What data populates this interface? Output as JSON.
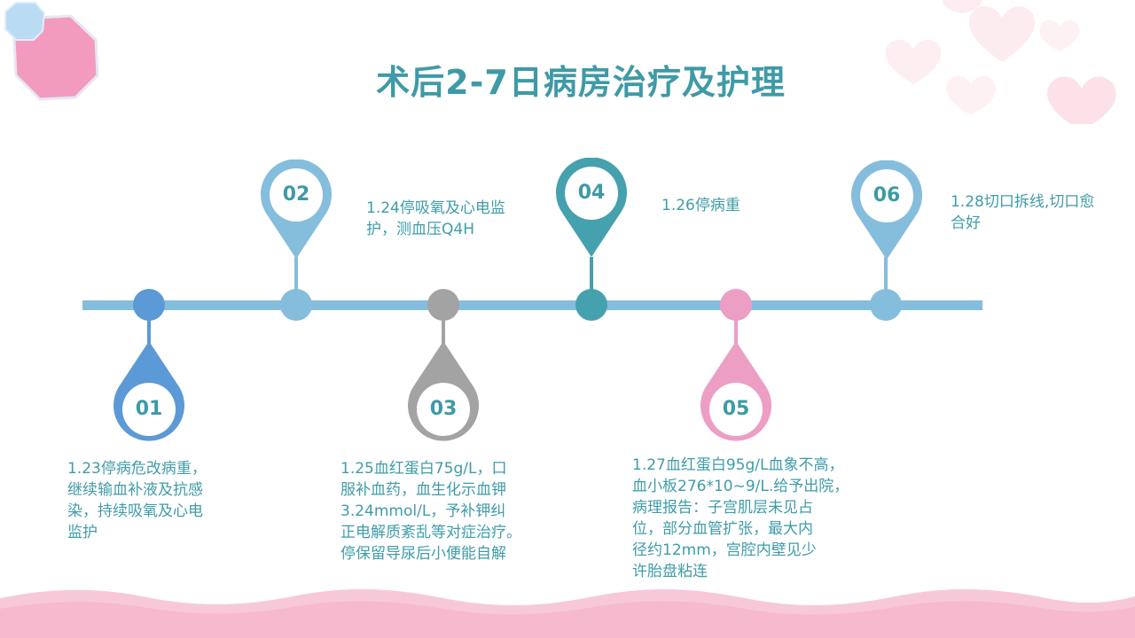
{
  "title": "术后2-7日病房治疗及护理",
  "colors": {
    "title": "#3e9aa6",
    "timeline": "#85bddd",
    "blue_dark": "#5b9ad6",
    "blue_light": "#85bddd",
    "gray": "#a3a3a3",
    "teal": "#44a1ad",
    "pink": "#ed9ec5",
    "wave": "#f7bdd0"
  },
  "steps": [
    {
      "num": "01",
      "text": "1.23停病危改病重，\n继续输血补液及抗感\n染，持续吸氧及心电\n监护"
    },
    {
      "num": "02",
      "text": "1.24停吸氧及心电监\n护，测血压Q4H"
    },
    {
      "num": "03",
      "text": "1.25血红蛋白75g/L，口\n服补血药，血生化示血钾\n3.24mmol/L，予补钾纠\n正电解质紊乱等对症治疗。\n停保留导尿后小便能自解"
    },
    {
      "num": "04",
      "text": "1.26停病重"
    },
    {
      "num": "05",
      "text": "1.27血红蛋白95g/L血象不高，\n血小板276*10~9/L.给予出院，\n病理报告：子宫肌层未见占\n位，部分血管扩张，最大内\n径约12mm，宫腔内壁见少\n许胎盘粘连"
    },
    {
      "num": "06",
      "text": "1.28切口拆线,切口愈\n合好"
    }
  ]
}
